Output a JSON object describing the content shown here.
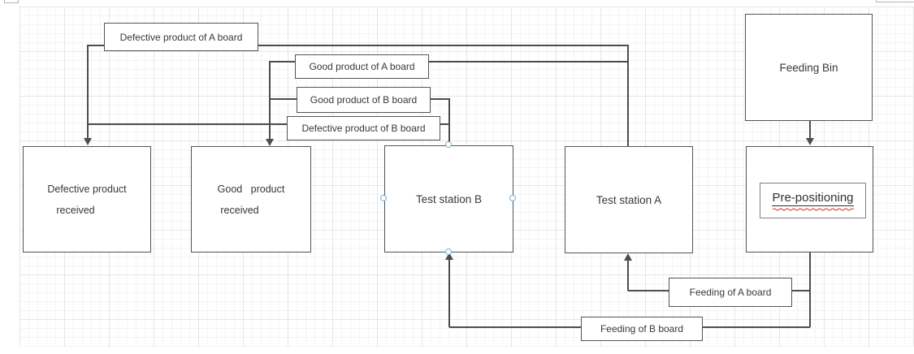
{
  "nodes": {
    "defective_a_label": {
      "label": "Defective product of A board"
    },
    "good_a_label": {
      "label": "Good product of A board"
    },
    "good_b_label": {
      "label": "Good product of B board"
    },
    "defective_b_label": {
      "label": "Defective product of B board"
    },
    "defective_received": {
      "line1": "Defective product",
      "line2": "received"
    },
    "good_received": {
      "line1": "Good   product",
      "line2": "received"
    },
    "test_station_b": {
      "label": "Test station B"
    },
    "test_station_a": {
      "label": "Test station A"
    },
    "feeding_bin": {
      "label": "Feeding Bin"
    },
    "pre_positioning": {
      "label": "Pre-positioning"
    },
    "feeding_a_label": {
      "label": "Feeding of A board"
    },
    "feeding_b_label": {
      "label": "Feeding of B board"
    }
  },
  "edges": [
    {
      "from": "test_station_a",
      "to": "defective_received",
      "label_node": "defective_a_label"
    },
    {
      "from": "test_station_a",
      "to": "good_received",
      "label_node": "good_a_label"
    },
    {
      "from": "test_station_b",
      "to": "good_received",
      "label_node": "good_b_label"
    },
    {
      "from": "test_station_b",
      "to": "defective_received",
      "label_node": "defective_b_label"
    },
    {
      "from": "feeding_bin",
      "to": "pre_positioning"
    },
    {
      "from": "pre_positioning",
      "to": "test_station_a",
      "label_node": "feeding_a_label"
    },
    {
      "from": "pre_positioning",
      "to": "test_station_b",
      "label_node": "feeding_b_label"
    }
  ],
  "selection": {
    "selected_node": "test_station_b",
    "handle_color": "#70b4e1"
  },
  "colors": {
    "connector": "#4d4d4d",
    "shape_border": "#545454",
    "text": "#383838",
    "spellcheck_underline": "#d93025",
    "grid_minor": "#f5f4f4",
    "grid_major": "#e7e6e6"
  }
}
